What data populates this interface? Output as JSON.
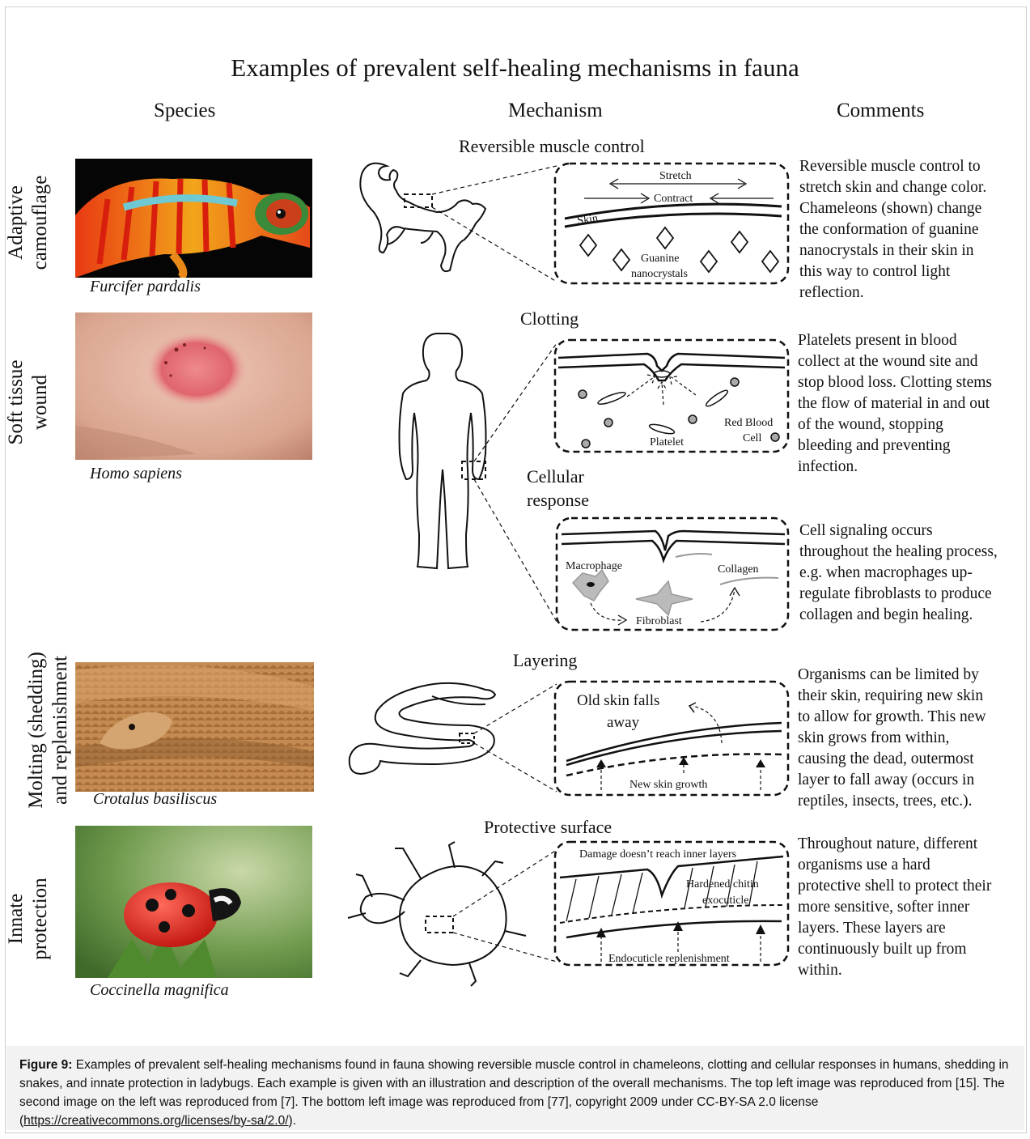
{
  "title": "Examples of prevalent self-healing mechanisms in fauna",
  "columns": {
    "species": "Species",
    "mechanism": "Mechanism",
    "comments": "Comments"
  },
  "rows": [
    {
      "label_line1": "Adaptive",
      "label_line2": "camouflage",
      "species": "Furcifer pardalis",
      "mechanism": "Reversible muscle control",
      "labels": {
        "stretch": "Stretch",
        "contract": "Contract",
        "skin": "Skin",
        "guanine1": "Guanine",
        "guanine2": "nanocrystals"
      },
      "comment": [
        "Reversible muscle control to",
        "stretch skin and change color.",
        "Chameleons (shown) change",
        "the conformation of guanine",
        "nanocrystals in their skin in",
        "this way to control light",
        "reflection."
      ]
    },
    {
      "label_line1": "Soft tissue",
      "label_line2": "wound",
      "species": "Homo sapiens",
      "mechanism": "Clotting",
      "labels": {
        "platelet": "Platelet",
        "rbc1": "Red Blood",
        "rbc2": "Cell"
      },
      "comment": [
        "Platelets present in blood",
        "collect at the wound site and",
        "stop blood loss.  Clotting stems",
        "the flow of material in and out",
        "of the wound,  stopping",
        "bleeding and preventing",
        "infection."
      ],
      "mechanism2_line1": "Cellular",
      "mechanism2_line2": "response",
      "labels2": {
        "macrophage": "Macrophage",
        "collagen": "Collagen",
        "fibroblast": "Fibroblast"
      },
      "comment2": [
        "Cell signaling occurs",
        "throughout the healing process,",
        "e.g. when macrophages up-",
        "regulate fibroblasts to produce",
        "collagen and begin healing."
      ]
    },
    {
      "label_line1": "Molting (shedding)",
      "label_line2": "and replenishment",
      "species": "Crotalus basiliscus",
      "mechanism": "Layering",
      "labels": {
        "old1": "Old skin falls",
        "old2": "away",
        "newgrowth": "New skin growth"
      },
      "comment": [
        "Organisms can be limited by",
        "their skin, requiring new skin",
        "to allow for growth. This new",
        "skin grows from within,",
        "causing the dead, outermost",
        "layer to fall away (occurs in",
        "reptiles, insects, trees, etc.)."
      ]
    },
    {
      "label_line1": "Innate",
      "label_line2": "protection",
      "species": "Coccinella magnifica",
      "mechanism": "Protective surface",
      "labels": {
        "damage": "Damage doesn’t reach inner layers",
        "chitin1": "Hardened chitin",
        "chitin2": "exocuticle",
        "endo": "Endocuticle replenishment"
      },
      "comment": [
        "Throughout nature, different",
        "organisms use a hard",
        "protective shell to protect their",
        "more sensitive, softer inner",
        "layers. These layers are",
        "continuously built up  from",
        "within."
      ]
    }
  ],
  "caption": {
    "label": "Figure 9:",
    "text": " Examples of prevalent self-healing mechanisms found in fauna showing reversible muscle control in chameleons, clotting and cellular responses in humans, shedding in snakes, and innate protection in ladybugs. Each example is given with an illustration and description of the overall mechanisms. The top left image was reproduced from [15]. The second image on the left was reproduced from [7]. The bottom left image was reproduced from [77], copyright 2009 under CC-BY-SA 2.0 license (",
    "link": "https://creativecommons.org/licenses/by-sa/2.0/",
    "end": ")."
  }
}
